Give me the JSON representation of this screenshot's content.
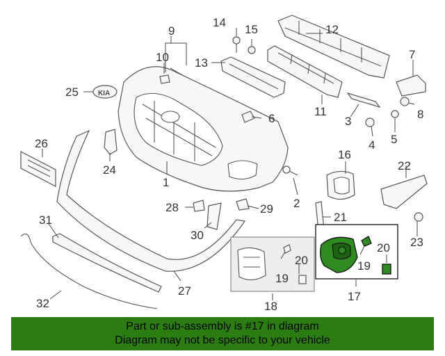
{
  "callouts": {
    "c1": "1",
    "c2": "2",
    "c3": "3",
    "c4": "4",
    "c5": "5",
    "c6": "6",
    "c7": "7",
    "c8": "8",
    "c9": "9",
    "c10": "10",
    "c11": "11",
    "c12": "12",
    "c13": "13",
    "c14": "14",
    "c15": "15",
    "c16": "16",
    "c17": "17",
    "c18": "18",
    "c19a": "19",
    "c19b": "19",
    "c20a": "20",
    "c20b": "20",
    "c21": "21",
    "c22": "22",
    "c23": "23",
    "c24": "24",
    "c25": "25",
    "c26": "26",
    "c27": "27",
    "c28": "28",
    "c29": "29",
    "c30": "30",
    "c31": "31",
    "c32": "32"
  },
  "banner": {
    "line1": "Part or sub-assembly is #17 in diagram",
    "line2": "Diagram may not be specific to your vehicle"
  },
  "colors": {
    "highlight": "#2e8b1f",
    "banner": "#2b7d12"
  }
}
